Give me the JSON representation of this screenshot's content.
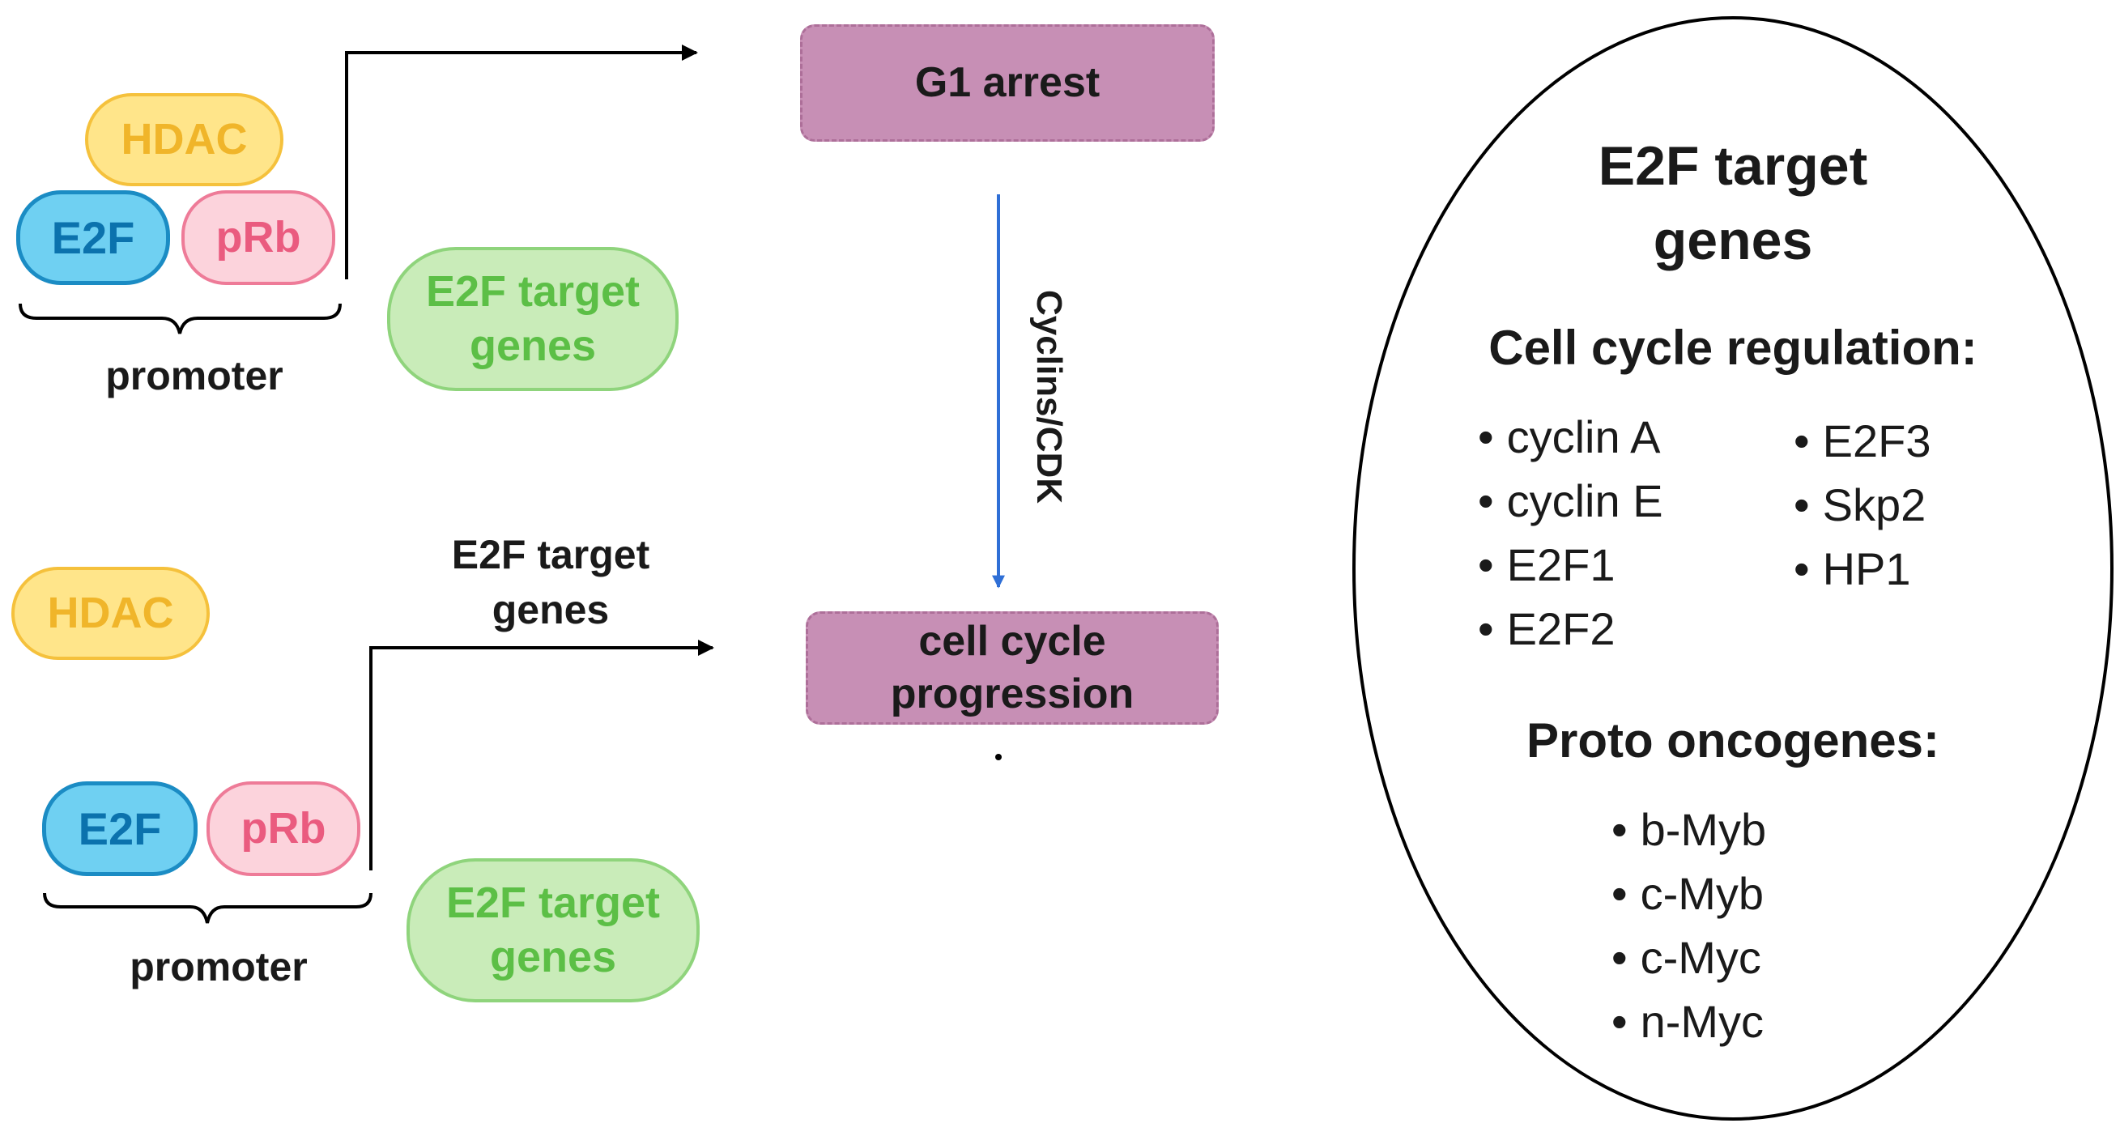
{
  "top_panel": {
    "hdac": "HDAC",
    "e2f": "E2F",
    "prb": "pRb",
    "promoter": "promoter",
    "target_genes": "E2F target genes"
  },
  "bottom_panel": {
    "hdac": "HDAC",
    "e2f": "E2F",
    "prb": "pRb",
    "promoter": "promoter",
    "arrow_label": "E2F target genes",
    "target_genes": "E2F target genes"
  },
  "states": {
    "g1_arrest": "G1 arrest",
    "progression": "cell cycle progression",
    "transition_label": "Cyclins/CDK"
  },
  "target_box": {
    "title": "E2F target genes",
    "cell_cycle_heading": "Cell cycle regulation:",
    "cell_cycle_col1": [
      "cyclin A",
      "cyclin E",
      "E2F1",
      "E2F2"
    ],
    "cell_cycle_col2": [
      "E2F3",
      "Skp2",
      "HP1"
    ],
    "oncogenes_heading": "Proto oncogenes:",
    "oncogenes": [
      "b-Myb",
      "c-Myb",
      "c-Myc",
      "n-Myc"
    ]
  },
  "colors": {
    "hdac": "#f5c13c",
    "e2f": "#1b8cc4",
    "prb": "#ee7b98",
    "target_genes": "#8fd47c",
    "cell_state": "#c78fb5",
    "cyclin_arrow": "#2f6fd6"
  }
}
